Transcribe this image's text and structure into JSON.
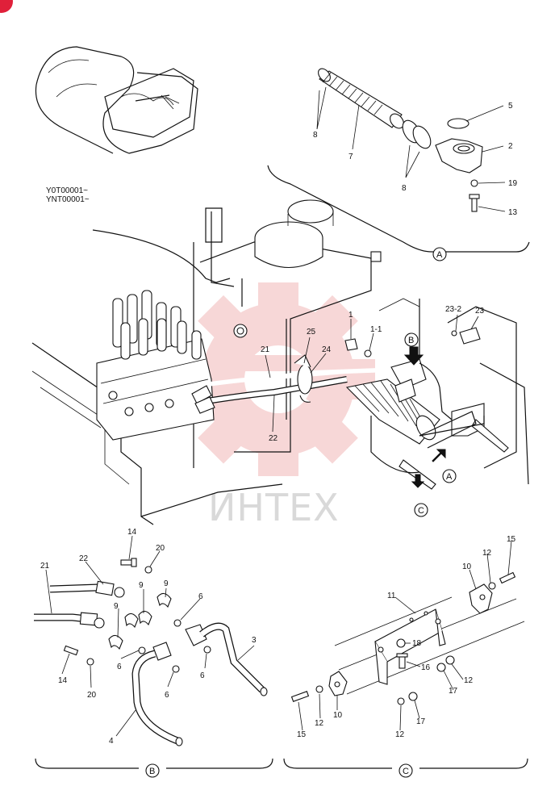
{
  "serial_text": [
    "Y0T00001~",
    "YNT00001~"
  ],
  "watermark": "ИНТЕХ",
  "view_labels": {
    "a": "A",
    "b": "B",
    "c": "C"
  },
  "callouts_a": {
    "p8a": "8",
    "p7": "7",
    "p8b": "8",
    "p5": "5",
    "p2": "2",
    "p19": "19",
    "p13": "13"
  },
  "callouts_main": {
    "p1": "1",
    "p1_1": "1-1",
    "p23_2": "23-2",
    "p23": "23",
    "p25": "25",
    "p24": "24",
    "p21": "21",
    "p22": "22"
  },
  "callouts_b": {
    "p14a": "14",
    "p20a": "20",
    "p22": "22",
    "p21": "21",
    "p9a": "9",
    "p9b": "9",
    "p9c": "9",
    "p6a": "6",
    "p14b": "14",
    "p20b": "20",
    "p6b": "6",
    "p6c": "6",
    "p6d": "6",
    "p3": "3",
    "p4": "4"
  },
  "callouts_c": {
    "p15a": "15",
    "p12a": "12",
    "p10a": "10",
    "p11": "11",
    "p18": "18",
    "p16": "16",
    "p12b": "12",
    "p17a": "17",
    "p15b": "15",
    "p12c": "12",
    "p10b": "10",
    "p12d": "12",
    "p17b": "17"
  },
  "colors": {
    "line": "#111111",
    "watermark": "#f2b8b8",
    "badge": "#e0203a"
  }
}
